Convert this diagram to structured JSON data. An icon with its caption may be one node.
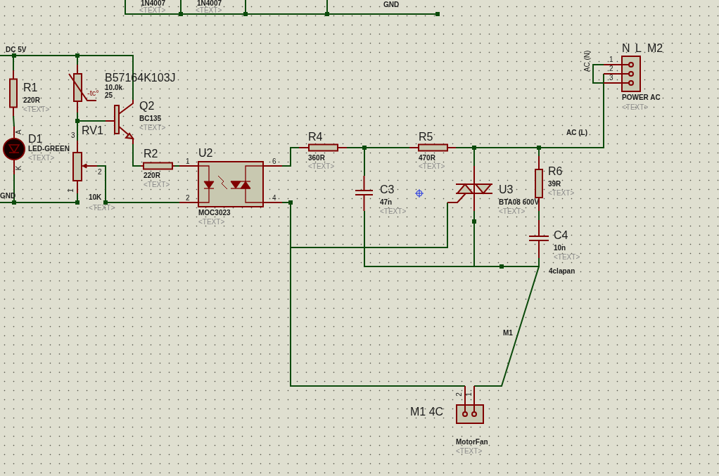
{
  "diagram": {
    "nodes": [
      {
        "text": [
          "R1",
          "220R",
          "<TEXT>"
        ]
      },
      {
        "text": [
          "B57164K103J",
          "10.0k",
          "25",
          "-tc°"
        ]
      },
      {
        "text": [
          "Q2",
          "BC135",
          "<TEXT>"
        ]
      },
      {
        "text": [
          "D1",
          "LED-GREEN",
          "<TEXT>",
          "A",
          "K"
        ]
      },
      {
        "text": [
          "RV1",
          "10K",
          "<TEXT>",
          "3",
          "2",
          "1"
        ]
      },
      {
        "text": [
          "R2",
          "220R",
          "<TEXT>"
        ]
      },
      {
        "text": [
          "U2",
          "MOC3023",
          "<TEXT>",
          "1",
          "2",
          "6",
          "4"
        ]
      },
      {
        "text": [
          "R4",
          "360R",
          "<TEXT>"
        ]
      },
      {
        "text": [
          "R5",
          "470R",
          "<TEXT>"
        ]
      },
      {
        "text": [
          "C3",
          "47n",
          "<TEXT>"
        ]
      },
      {
        "text": [
          "U3",
          "BTA08 600V",
          "<TEXT>"
        ]
      },
      {
        "text": [
          "R6",
          "39R",
          "<TEXT>"
        ]
      },
      {
        "text": [
          "C4",
          "10n",
          "<TEXT>"
        ]
      },
      {
        "text": [
          "N",
          "L",
          "M2",
          "POWER AC",
          "<TEXT>",
          "1",
          "2",
          "3"
        ],
        "beside": [
          "AC (N)"
        ]
      },
      {
        "text": [
          "M1 4C",
          "MotorFan",
          "<TEXT>",
          "2",
          "1"
        ]
      }
    ],
    "edges": [
      {
        "from": 0,
        "to": 3,
        "arrow": "none"
      },
      {
        "from": 0,
        "to": 1,
        "arrow": "none"
      },
      {
        "from": 1,
        "to": 2,
        "arrow": "none"
      },
      {
        "from": 1,
        "to": 4,
        "arrow": "none"
      },
      {
        "from": 1,
        "to": 2,
        "arrow": "none"
      },
      {
        "from": 2,
        "to": 5,
        "arrow": "none"
      },
      {
        "from": 5,
        "to": 6,
        "arrow": "none"
      },
      {
        "from": 6,
        "to": 7,
        "arrow": "none"
      },
      {
        "from": 7,
        "to": 8,
        "arrow": "none"
      },
      {
        "from": 7,
        "to": 9,
        "arrow": "none"
      },
      {
        "from": 8,
        "to": 10,
        "arrow": "none"
      },
      {
        "from": 8,
        "to": 11,
        "arrow": "none"
      },
      {
        "from": 11,
        "to": 13,
        "arrow": "none"
      },
      {
        "from": 11,
        "to": 12,
        "arrow": "none"
      },
      {
        "from": 9,
        "to": 12,
        "arrow": "none"
      },
      {
        "from": 10,
        "to": 12,
        "arrow": "none"
      },
      {
        "from": 6,
        "to": 10,
        "arrow": "none"
      },
      {
        "from": 6,
        "to": 14,
        "arrow": "none"
      },
      {
        "from": 12,
        "to": 14,
        "arrow": "none",
        "label": "M1"
      },
      {
        "from": 3,
        "to": 4,
        "arrow": "none"
      },
      {
        "from": 4,
        "to": 6,
        "arrow": "none"
      }
    ],
    "labels": [
      "1N4007",
      "<TEXT>",
      "1N4007",
      "<TEXT>",
      "GND",
      "DC 5V",
      "GND",
      "AC (L)",
      "4clapan"
    ]
  }
}
